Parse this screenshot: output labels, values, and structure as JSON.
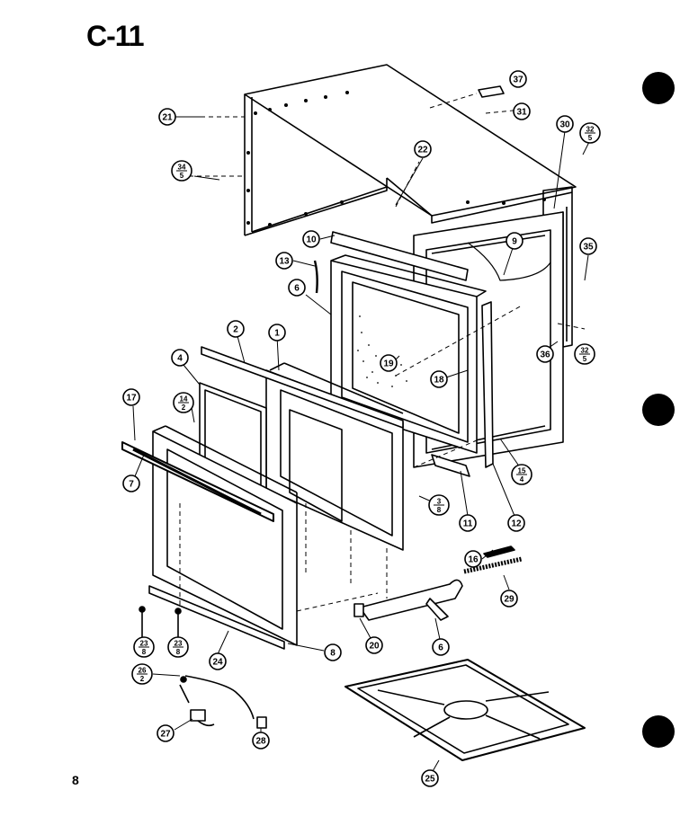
{
  "page": {
    "title": "C-11",
    "number": "8"
  },
  "colors": {
    "ink": "#000000",
    "paper": "#ffffff"
  },
  "callouts": [
    {
      "id": "c37",
      "label": "37"
    },
    {
      "id": "c31a",
      "label": "31"
    },
    {
      "id": "c21",
      "label": "21"
    },
    {
      "id": "c34",
      "num": "34",
      "den": "5"
    },
    {
      "id": "c22",
      "label": "22"
    },
    {
      "id": "c30",
      "label": "30"
    },
    {
      "id": "c32a",
      "num": "32",
      "den": "5"
    },
    {
      "id": "c10",
      "label": "10"
    },
    {
      "id": "c9",
      "label": "9"
    },
    {
      "id": "c35",
      "label": "35"
    },
    {
      "id": "c13",
      "label": "13"
    },
    {
      "id": "c6a",
      "label": "6"
    },
    {
      "id": "c36",
      "label": "36"
    },
    {
      "id": "c32b",
      "num": "32",
      "den": "5"
    },
    {
      "id": "c2",
      "label": "2"
    },
    {
      "id": "c1",
      "label": "1"
    },
    {
      "id": "c4",
      "label": "4"
    },
    {
      "id": "c19",
      "label": "19"
    },
    {
      "id": "c18",
      "label": "18"
    },
    {
      "id": "c14",
      "num": "14",
      "den": "2"
    },
    {
      "id": "c17",
      "label": "17"
    },
    {
      "id": "c15",
      "num": "15",
      "den": "4"
    },
    {
      "id": "c7",
      "label": "7"
    },
    {
      "id": "c3",
      "num": "3",
      "den": "8"
    },
    {
      "id": "c11",
      "label": "11"
    },
    {
      "id": "c12",
      "label": "12"
    },
    {
      "id": "c16",
      "label": "16"
    },
    {
      "id": "c29",
      "label": "29"
    },
    {
      "id": "c23a",
      "num": "23",
      "den": "8"
    },
    {
      "id": "c23b",
      "num": "23",
      "den": "8"
    },
    {
      "id": "c24",
      "label": "24"
    },
    {
      "id": "c20",
      "label": "20"
    },
    {
      "id": "c8",
      "label": "8"
    },
    {
      "id": "c6b",
      "label": "6"
    },
    {
      "id": "c26",
      "num": "26",
      "den": "2"
    },
    {
      "id": "c27",
      "label": "27"
    },
    {
      "id": "c28",
      "label": "28"
    },
    {
      "id": "c25",
      "label": "25"
    }
  ]
}
